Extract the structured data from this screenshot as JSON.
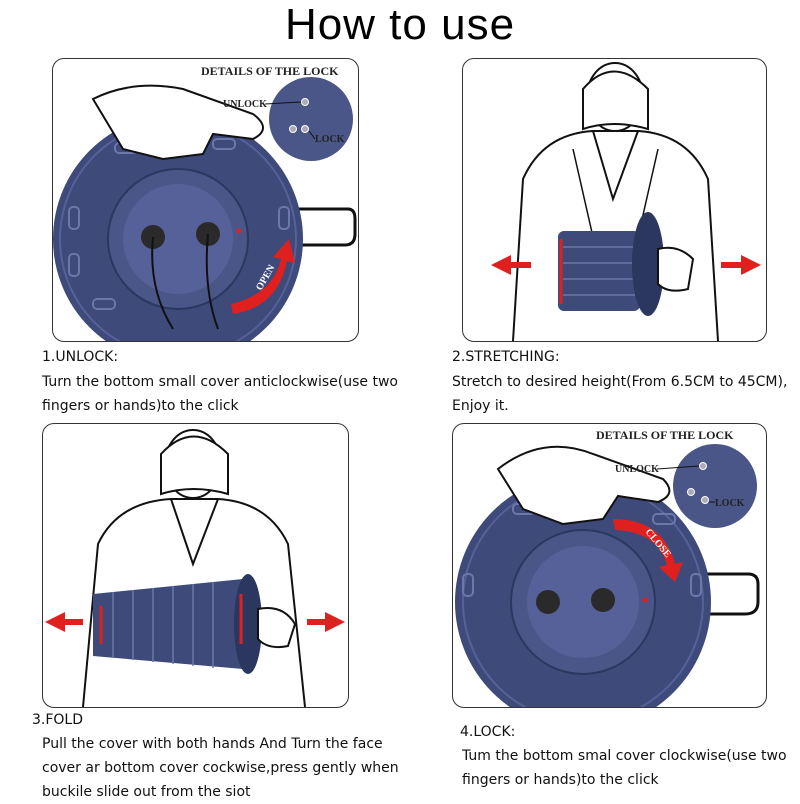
{
  "title": "How to use",
  "steps": [
    {
      "heading": "1.UNLOCK:",
      "lines": [
        "Turn the bottom small cover anticlockwise(use two",
        "fingers or hands)to the click"
      ],
      "detail_title": "DETAILS OF THE LOCK",
      "unlock": "UNLOCK",
      "lock": "LOCK",
      "arrow_word": "OPEN"
    },
    {
      "heading": "2.STRETCHING:",
      "lines": [
        "Stretch to desired height(From 6.5CM to 45CM),",
        "Enjoy it."
      ]
    },
    {
      "heading": "3.FOLD",
      "lines": [
        "Pull the cover with both hands And Turn the face",
        "cover ar bottom cover cockwise,press gently when",
        "buckile slide out from the siot"
      ]
    },
    {
      "heading": "4.LOCK:",
      "lines": [
        "Tum the bottom smal cover clockwise(use two",
        "fingers or hands)to the click"
      ],
      "detail_title": "DETAILS OF THE LOCK",
      "unlock": "UNLOCK",
      "lock": "LOCK",
      "arrow_word": "CLOSE"
    }
  ],
  "colors": {
    "stool": "#3d4a7a",
    "stool_dark": "#2c3760",
    "arrow": "#e0201f"
  }
}
